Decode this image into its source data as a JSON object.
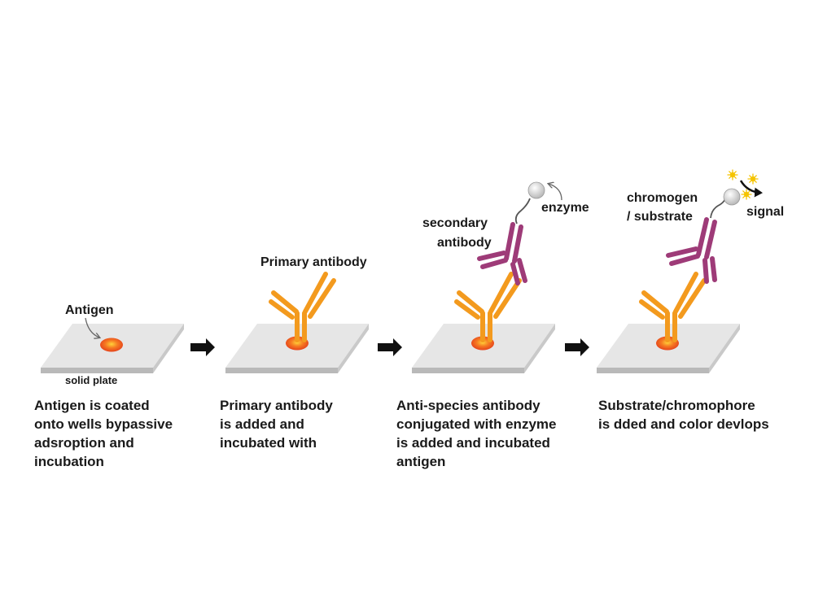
{
  "labels": {
    "antigen": "Antigen",
    "solid_plate": "solid plate",
    "primary_antibody": "Primary antibody",
    "secondary_antibody_line1": "secondary",
    "secondary_antibody_line2": "antibody",
    "enzyme": "enzyme",
    "chromogen_line1": "chromogen",
    "chromogen_line2": "/ substrate",
    "signal": "signal"
  },
  "steps": [
    {
      "caption": [
        "Antigen is coated",
        "onto wells bypassive",
        "adsroption and",
        "incubation"
      ]
    },
    {
      "caption": [
        "Primary antibody",
        "is added and",
        "incubated with"
      ]
    },
    {
      "caption": [
        "Anti-species antibody",
        "conjugated with enzyme",
        "is added and incubated",
        "antigen"
      ]
    },
    {
      "caption": [
        "Substrate/chromophore",
        "is dded and color devlops"
      ]
    }
  ],
  "colors": {
    "plate_top": "#e6e6e6",
    "plate_edge": "#b9b9b9",
    "antigen": "#e8401c",
    "primary_antibody": "#f39a1e",
    "secondary_antibody": "#9e3b78",
    "enzyme": "#c8c8c8",
    "signal_star": "#f5c400",
    "arrow": "#111111"
  }
}
